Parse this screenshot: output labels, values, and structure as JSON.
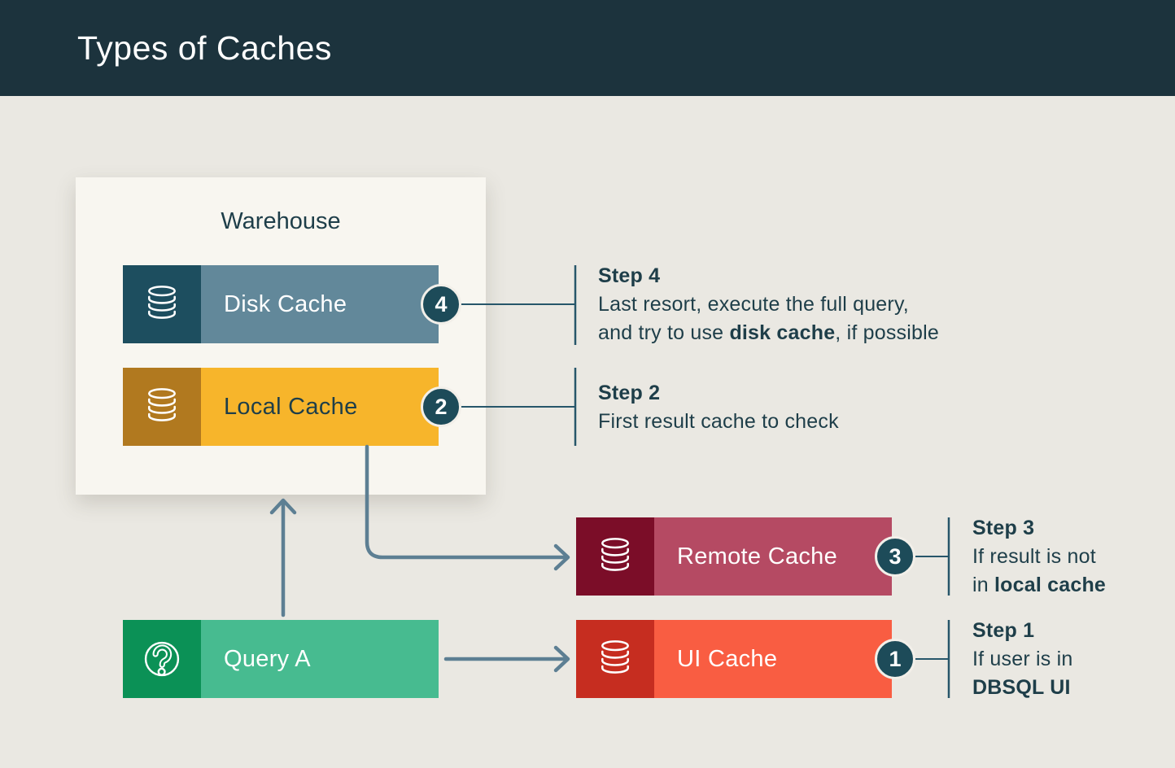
{
  "header": {
    "title": "Types of Caches"
  },
  "warehouse": {
    "label": "Warehouse"
  },
  "nodes": {
    "disk_cache": {
      "label": "Disk Cache",
      "badge": "4"
    },
    "local_cache": {
      "label": "Local Cache",
      "badge": "2"
    },
    "remote_cache": {
      "label": "Remote Cache",
      "badge": "3"
    },
    "ui_cache": {
      "label": "UI Cache",
      "badge": "1"
    },
    "query_a": {
      "label": "Query A"
    }
  },
  "steps": {
    "step4": {
      "title": "Step 4",
      "line1": "Last resort, execute the full query,",
      "line2_pre": "and try to use ",
      "line2_bold": "disk cache",
      "line2_post": ", if possible"
    },
    "step2": {
      "title": "Step 2",
      "line1": "First result cache to check"
    },
    "step3": {
      "title": "Step 3",
      "line1": "If result is not",
      "line2_pre": "in ",
      "line2_bold": "local cache"
    },
    "step1": {
      "title": "Step 1",
      "line1": "If user is in",
      "line2_bold": "DBSQL UI"
    }
  },
  "icons": {
    "database": "database-icon",
    "question": "question-circle-icon"
  },
  "colors": {
    "header_bg": "#1c333d",
    "canvas_bg": "#eae8e2",
    "panel_bg": "#f8f6f0",
    "text_dark": "#1e3e49",
    "title_color": "#ffffff",
    "arrow": "#5d7f93",
    "connector": "#27566a",
    "badge_bg": "#1d4b59",
    "badge_ring": "#f2efe9",
    "disk_icon_bg": "#1d4e5f",
    "disk_bg": "#62889a",
    "local_icon_bg": "#b1791f",
    "local_bg": "#f7b52b",
    "remote_icon_bg": "#7b0d28",
    "remote_bg": "#b54a63",
    "ui_icon_bg": "#c62d20",
    "ui_bg": "#f95d42",
    "query_icon_bg": "#0b9156",
    "query_bg": "#47bb90"
  }
}
